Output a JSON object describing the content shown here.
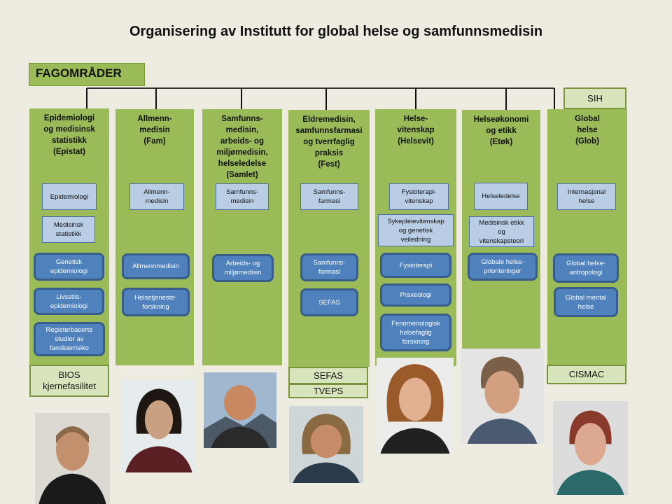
{
  "title": "Organisering av Institutt for global helse og samfunnsmedisin",
  "section_label": "FAGOMRÅDER",
  "sih_label": "SIH",
  "columns": [
    {
      "title": "Epidemiologi\nog medisinsk\nstatistikk\n(Epistat)",
      "light": [
        "Epidemiologi",
        "Medisinsk\nstatistikk"
      ],
      "dark": [
        "Genetisk\nepidemiologi",
        "Livsstils-\nepidemiologi",
        "Registerbaserte\nstudier av\nfamiliærrisiko"
      ]
    },
    {
      "title": "Allmenn-\nmedisin\n(Fam)",
      "light": [
        "Allmenn-\nmedisin"
      ],
      "dark": [
        "Allmennmedisin",
        "Helsetjeneste-\nforskning"
      ]
    },
    {
      "title": "Samfunns-\nmedisin,\narbeids- og\nmiljømedisin,\nhelseledelse\n(Samlet)",
      "light": [
        "Samfunns-\nmedisin"
      ],
      "dark": [
        "Arbeids- og\nmiljømedisin"
      ]
    },
    {
      "title": "Eldremedisin,\nsamfunnsfarmasi\nog tverrfaglig\npraksis\n(Fest)",
      "light": [
        "Samfunns-\nfarmasi"
      ],
      "dark": [
        "Samfunns-\nfarmasi",
        "SEFAS"
      ]
    },
    {
      "title": "Helse-\nvitenskap\n(Helsevit)",
      "light": [
        "Fysioterapi-\nvitenskap",
        "Sykepleievitenskap\nog genetisk\nveiledning"
      ],
      "dark": [
        "Fysioterapi",
        "Praxeologi",
        "Fenomenologisk\nhelsefaglig\nforskning"
      ]
    },
    {
      "title": "Helseøkonomi\nog etikk\n(Etøk)",
      "light": [
        "Helseledelse",
        "Medisinsk etikk\nog\nvitenskapsteori"
      ],
      "dark": [
        "Globale helse-\nprioriteringer"
      ]
    },
    {
      "title": "Global\nhelse\n(Glob)",
      "light": [
        "Internasjonal\nhelse"
      ],
      "dark": [
        "Global helse-\nantropologi",
        "Global mental\nhelse"
      ]
    }
  ],
  "units": {
    "bios": "BIOS\nkjernefasilitet",
    "sefas": "SEFAS",
    "tveps": "TVEPS",
    "cismac": "CISMAC"
  },
  "colors": {
    "column": "#9bbb59",
    "light_box": "#b9cde5",
    "dark_box": "#4f81bd",
    "unit_box": "#d8e4bc"
  }
}
